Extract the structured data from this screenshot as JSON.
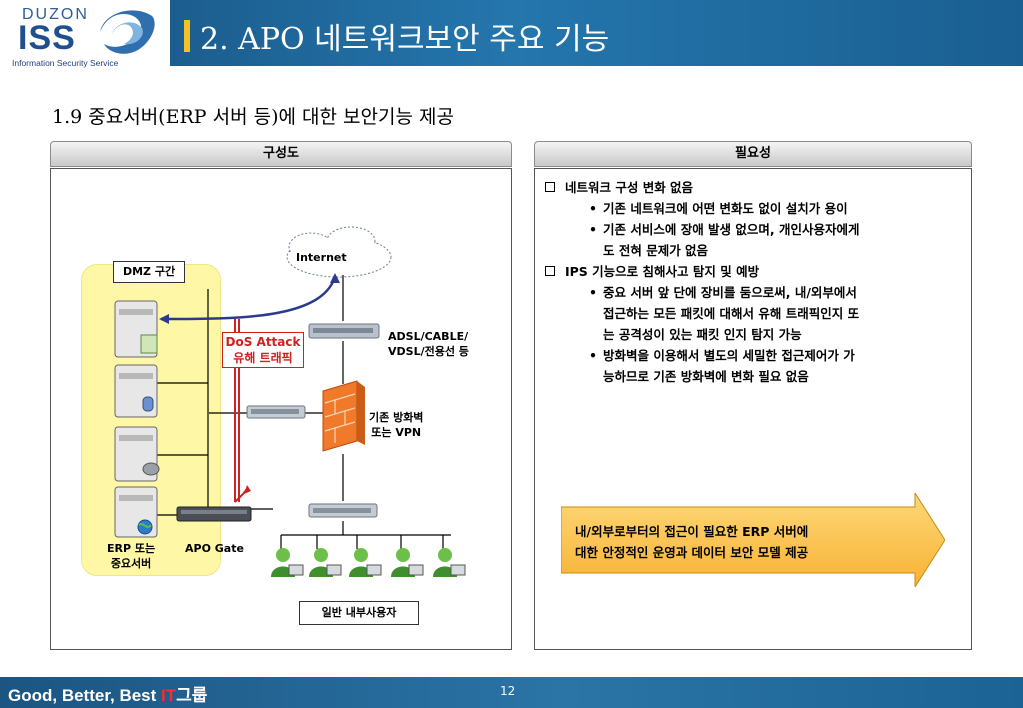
{
  "header": {
    "logo_top": "DUZON",
    "logo_main": "ISS",
    "logo_sub": "Information Security Service",
    "title": "2. APO 네트워크보안 주요 기능"
  },
  "subtitle": "1.9 중요서버(ERP 서버 등)에 대한 보안기능 제공",
  "left_panel": {
    "heading": "구성도",
    "diagram": {
      "internet": "Internet",
      "dmz": "DMZ 구간",
      "dos_line1": "DoS Attack",
      "dos_line2": "유해 트래픽",
      "adsl_line1": "ADSL/CABLE/",
      "adsl_line2": "VDSL/전용선 등",
      "firewall_line1": "기존 방화벽",
      "firewall_line2": "또는 VPN",
      "erp_line1": "ERP 또는",
      "erp_line2": "중요서버",
      "apo_gate": "APO Gate",
      "users": "일반 내부사용자"
    }
  },
  "right_panel": {
    "heading": "필요성",
    "items": [
      {
        "title": "네트워크 구성 변화 없음",
        "subs": [
          [
            "기존 네트워크에 어떤 변화도 없이 설치가 용이"
          ],
          [
            "기존 서비스에 장애 발생 없으며, 개인사용자에게",
            "도 전혀 문제가 없음"
          ]
        ]
      },
      {
        "title": "IPS 기능으로 침해사고 탐지 및 예방",
        "subs": [
          [
            "중요 서버 앞 단에 장비를 둠으로써, 내/외부에서",
            "접근하는 모든 패킷에 대해서 유해 트래픽인지 또",
            "는 공격성이 있는 패킷 인지 탐지 가능"
          ],
          [
            "방화벽을 이용해서 별도의 세밀한 접근제어가 가",
            "능하므로 기존 방화벽에 변화 필요 없음"
          ]
        ]
      }
    ],
    "callout_line1": "내/외부로부터의 접근이 필요한 ERP 서버에",
    "callout_line2": "대한 안정적인 운영과 데이터 보안 모델 제공"
  },
  "footer": {
    "slogan_main": "Good, Better, Best ",
    "slogan_it": "IT",
    "slogan_end": "그룹",
    "page_number": "12"
  },
  "colors": {
    "title_bar": "#2476ad",
    "accent": "#f6c028",
    "dmz_zone": "#fdf7a6",
    "attack": "#d02020",
    "callout": "#fcc24a"
  }
}
